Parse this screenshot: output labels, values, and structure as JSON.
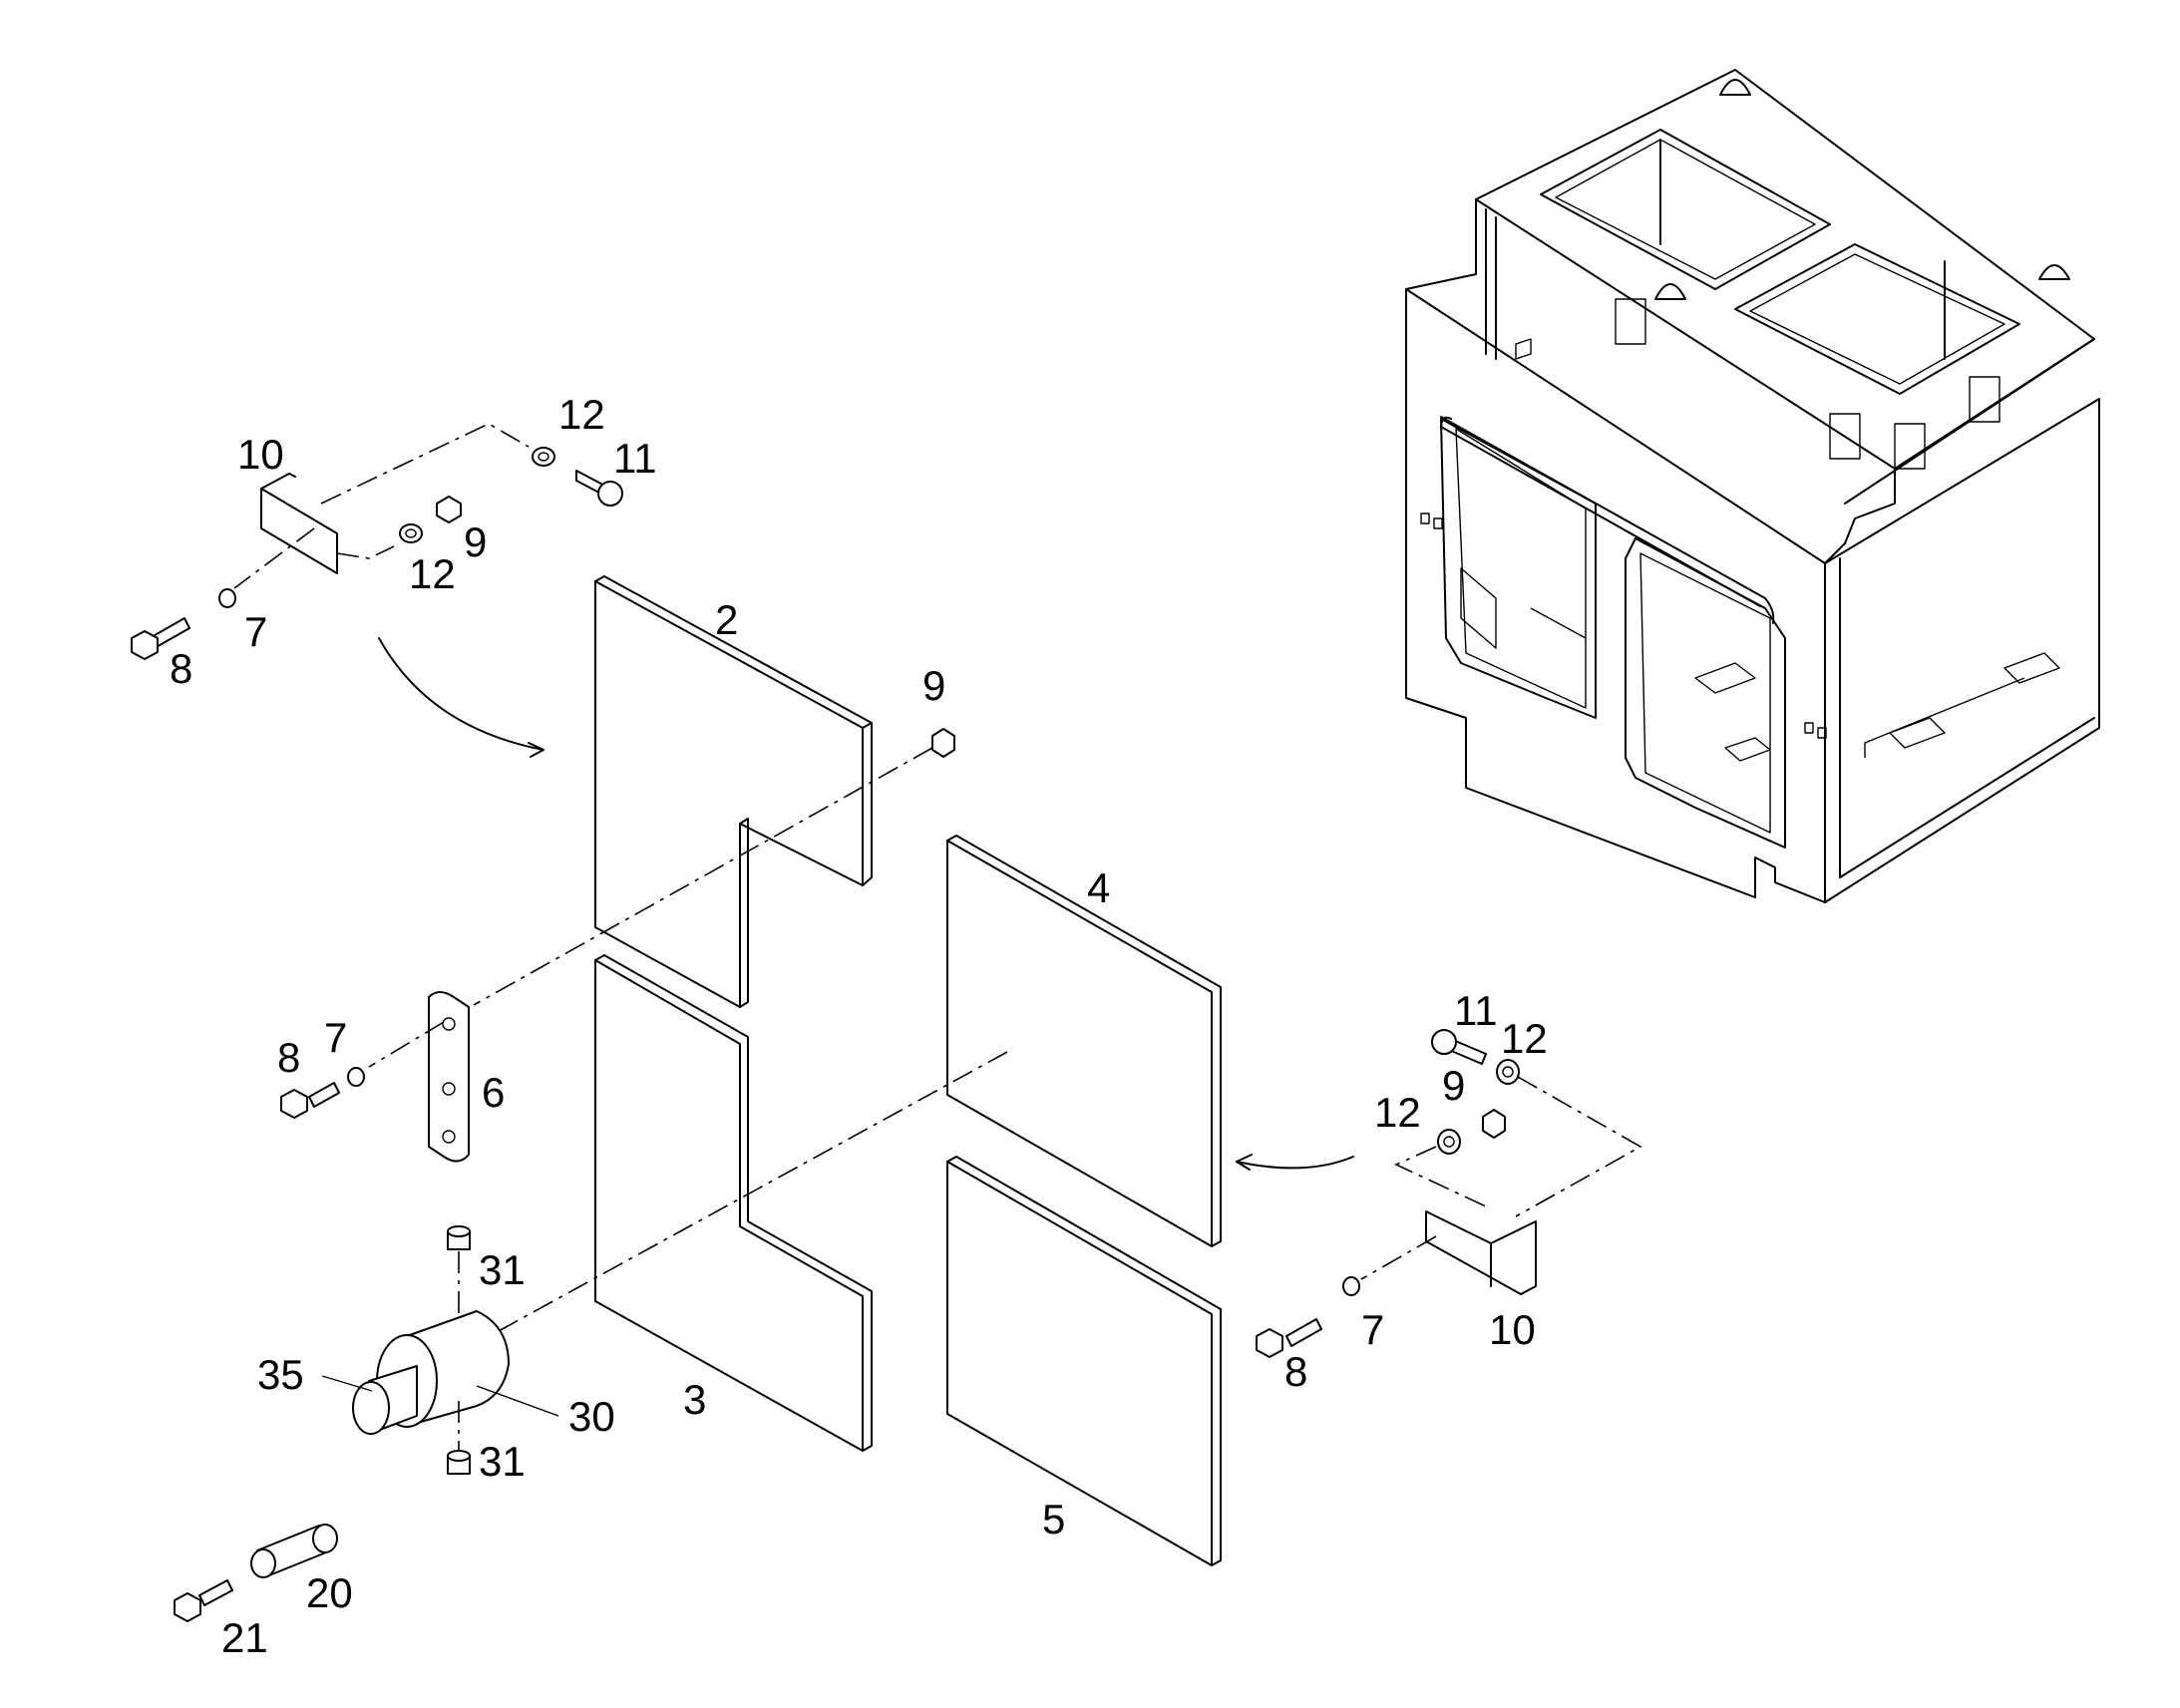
{
  "callouts": {
    "c10_top": "10",
    "c12_top_a": "12",
    "c11_top": "11",
    "c9_top": "9",
    "c12_top_b": "12",
    "c7_top": "7",
    "c8_top": "8",
    "c2": "2",
    "c9_mid": "9",
    "c4": "4",
    "c8_mid": "8",
    "c7_mid": "7",
    "c6": "6",
    "c11_right": "11",
    "c12_right_a": "12",
    "c9_right": "9",
    "c12_right_b": "12",
    "c31_top": "31",
    "c35": "35",
    "c30": "30",
    "c3": "3",
    "c31_bottom": "31",
    "c8_right": "8",
    "c7_right": "7",
    "c10_right": "10",
    "c5": "5",
    "c20": "20",
    "c21": "21"
  }
}
